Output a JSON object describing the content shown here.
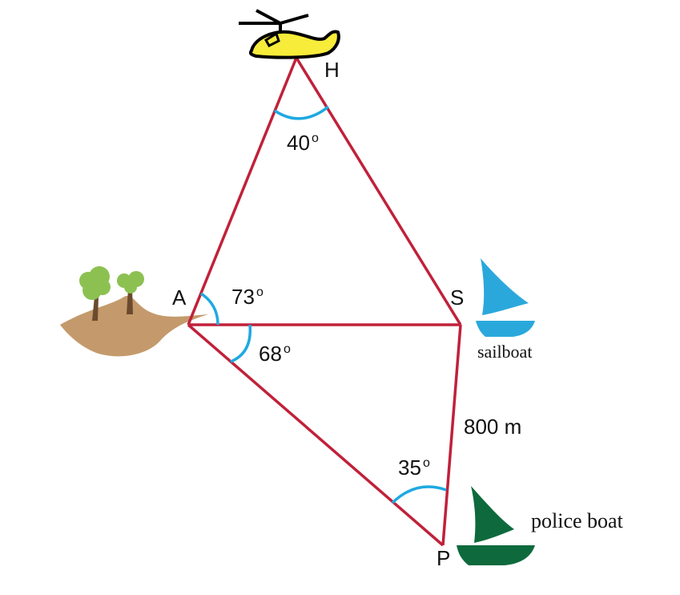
{
  "points": {
    "H": "H",
    "A": "A",
    "S": "S",
    "P": "P"
  },
  "angles": {
    "H": "40",
    "A_upper": "73",
    "A_lower": "68",
    "P": "35",
    "degree_mark": "o"
  },
  "distance_SP": "800 m",
  "objects": {
    "sailboat": "sailboat",
    "police_boat": "police boat"
  },
  "colors": {
    "line": "#c0213a",
    "arc": "#1ea9e1",
    "helicopter": "#f7ec3a",
    "sailboat": "#2aa8dc",
    "police_boat": "#0e6a3c",
    "land": "#c49a6c",
    "tree": "#8cc152",
    "trunk": "#6b4a2d"
  }
}
